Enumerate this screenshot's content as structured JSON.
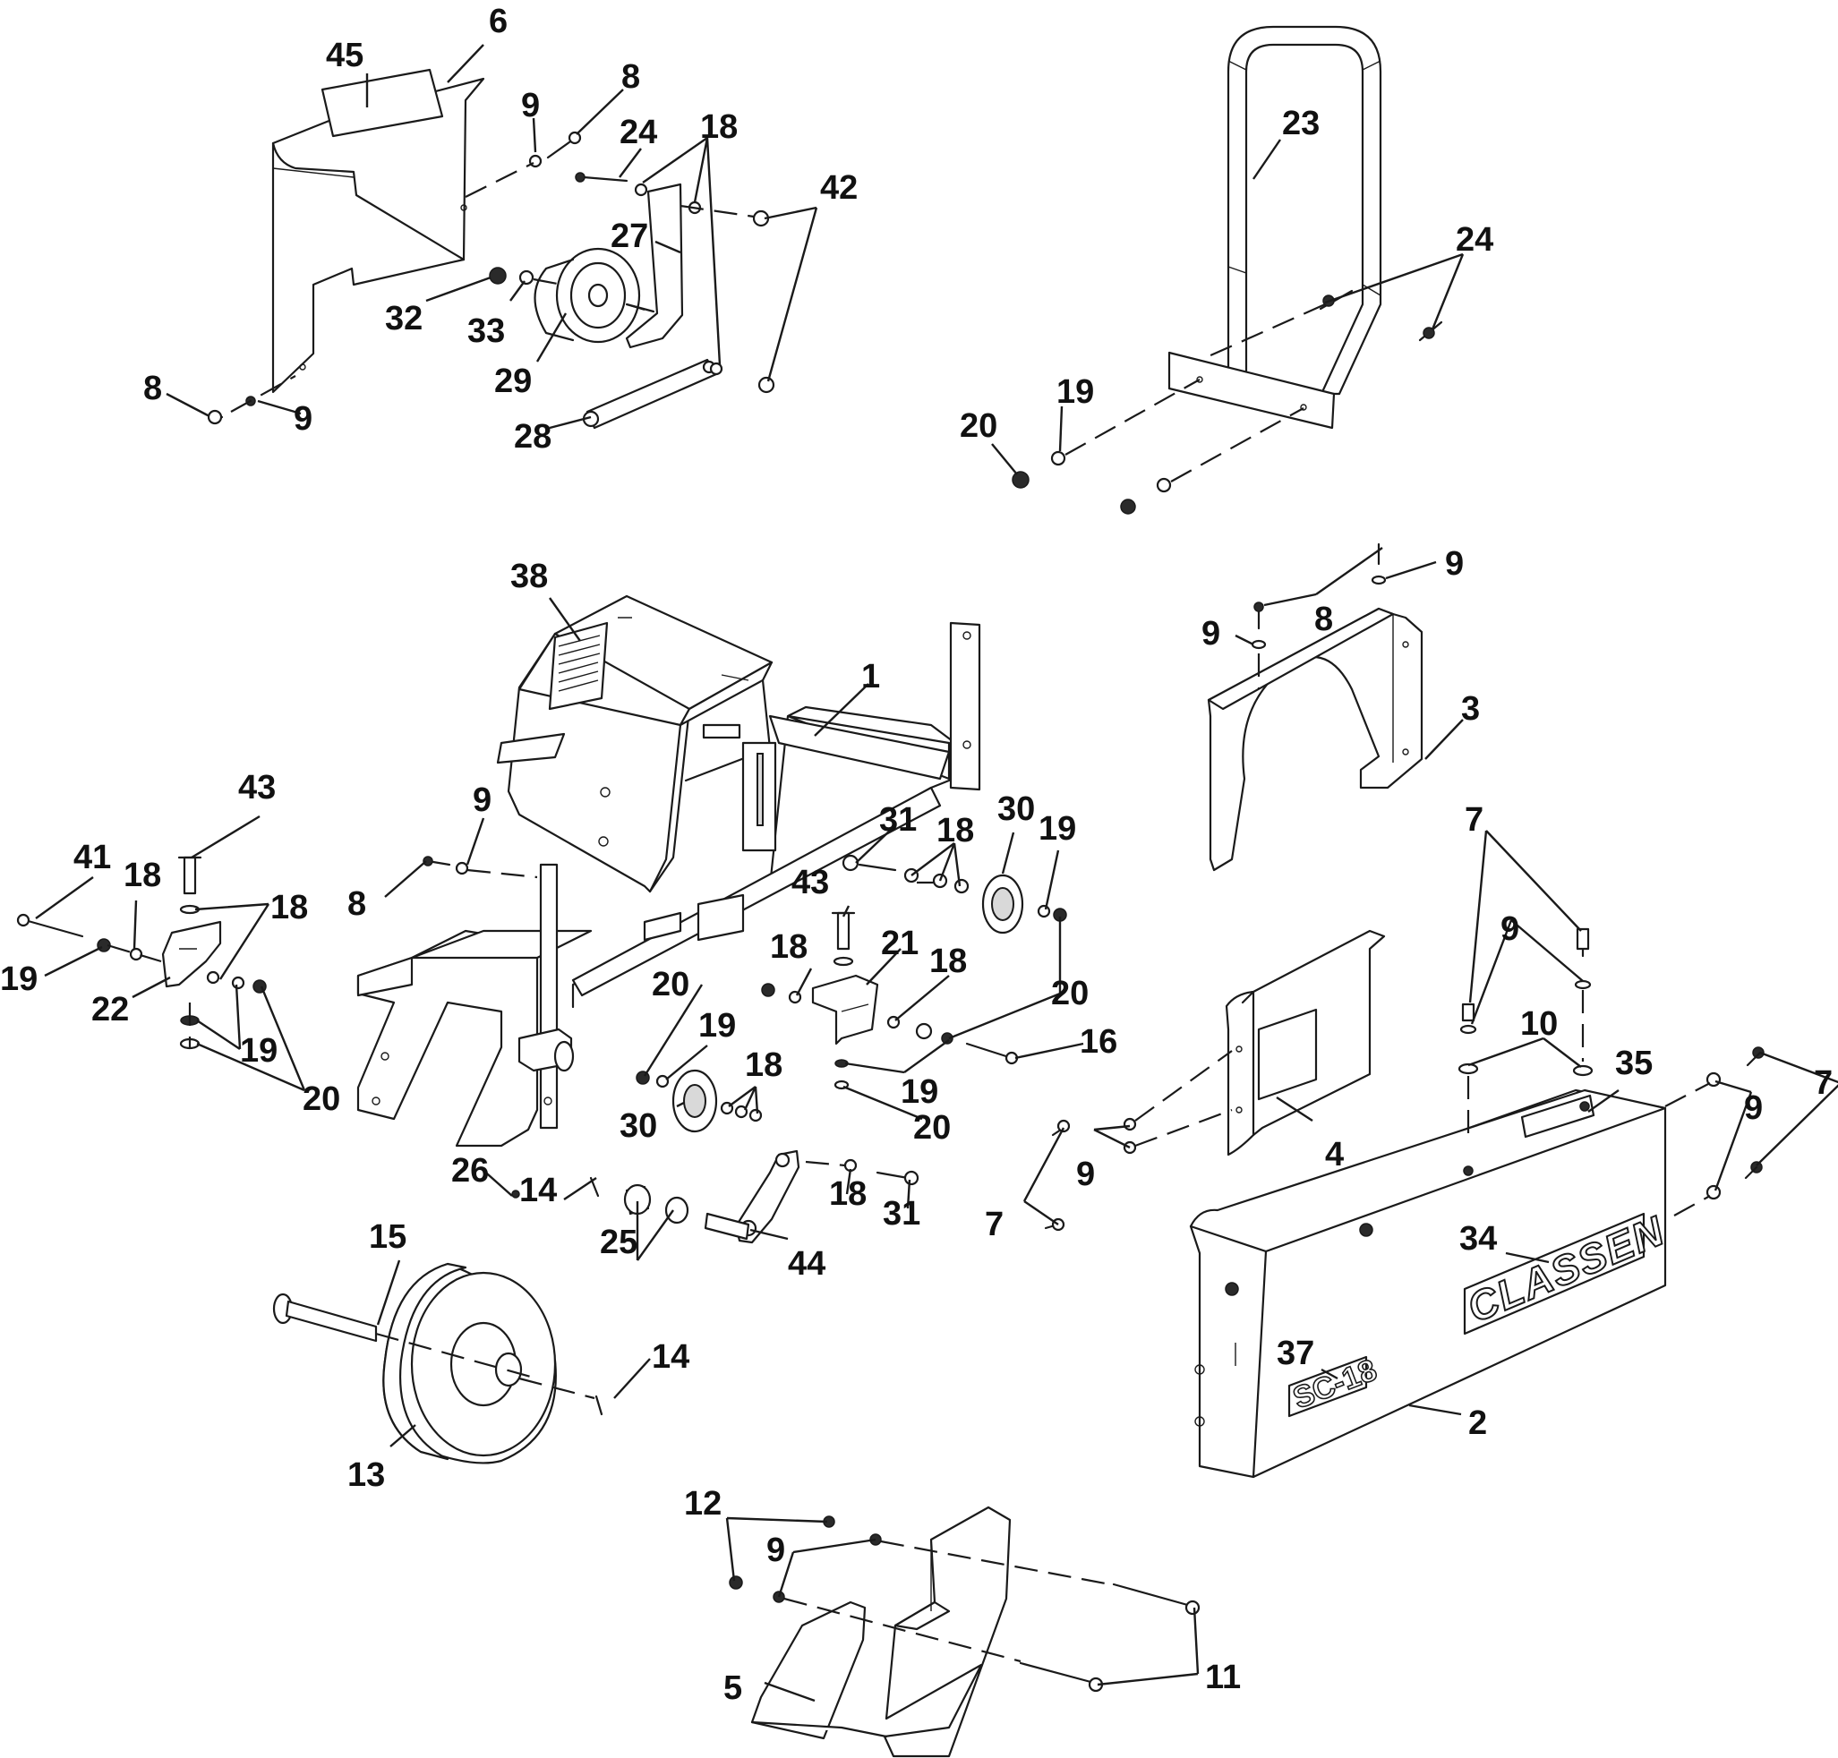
{
  "diagram": {
    "brand_label": "CLASSEN",
    "model_label": "SC-18",
    "callouts": {
      "c45": "45",
      "c6": "6",
      "c9a": "9",
      "c8a": "8",
      "c24a": "24",
      "c18a": "18",
      "c42": "42",
      "c27": "27",
      "c32": "32",
      "c33": "33",
      "c29": "29",
      "c28": "28",
      "c8b": "8",
      "c9b": "9",
      "c23": "23",
      "c24b": "24",
      "c19a": "19",
      "c20a": "20",
      "c9c": "9",
      "c8c": "8",
      "c9d": "9",
      "c3": "3",
      "c38": "38",
      "c1": "1",
      "c43a": "43",
      "c41": "41",
      "c18b": "18",
      "c18c": "18",
      "c9e": "9",
      "c8d": "8",
      "c19b": "19",
      "c22": "22",
      "c19c": "19",
      "c20b": "20",
      "c31a": "31",
      "c18d": "18",
      "c30a": "30",
      "c19d": "19",
      "c43b": "43",
      "c18e": "18",
      "c21": "21",
      "c18f": "18",
      "c20c": "20",
      "c20d": "20",
      "c19e": "19",
      "c18g": "18",
      "c16": "16",
      "c19f": "19",
      "c30b": "30",
      "c20e": "20",
      "c26": "26",
      "c14a": "14",
      "c25": "25",
      "c18h": "18",
      "c31b": "31",
      "c44": "44",
      "c7a": "7",
      "c9f": "9",
      "c10": "10",
      "c35": "35",
      "c7b": "7",
      "c9g": "9",
      "c9h": "9",
      "c4": "4",
      "c7c": "7",
      "c34": "34",
      "c37": "37",
      "c2": "2",
      "c15": "15",
      "c14b": "14",
      "c13": "13",
      "c12": "12",
      "c9i": "9",
      "c5": "5",
      "c11": "11"
    }
  }
}
